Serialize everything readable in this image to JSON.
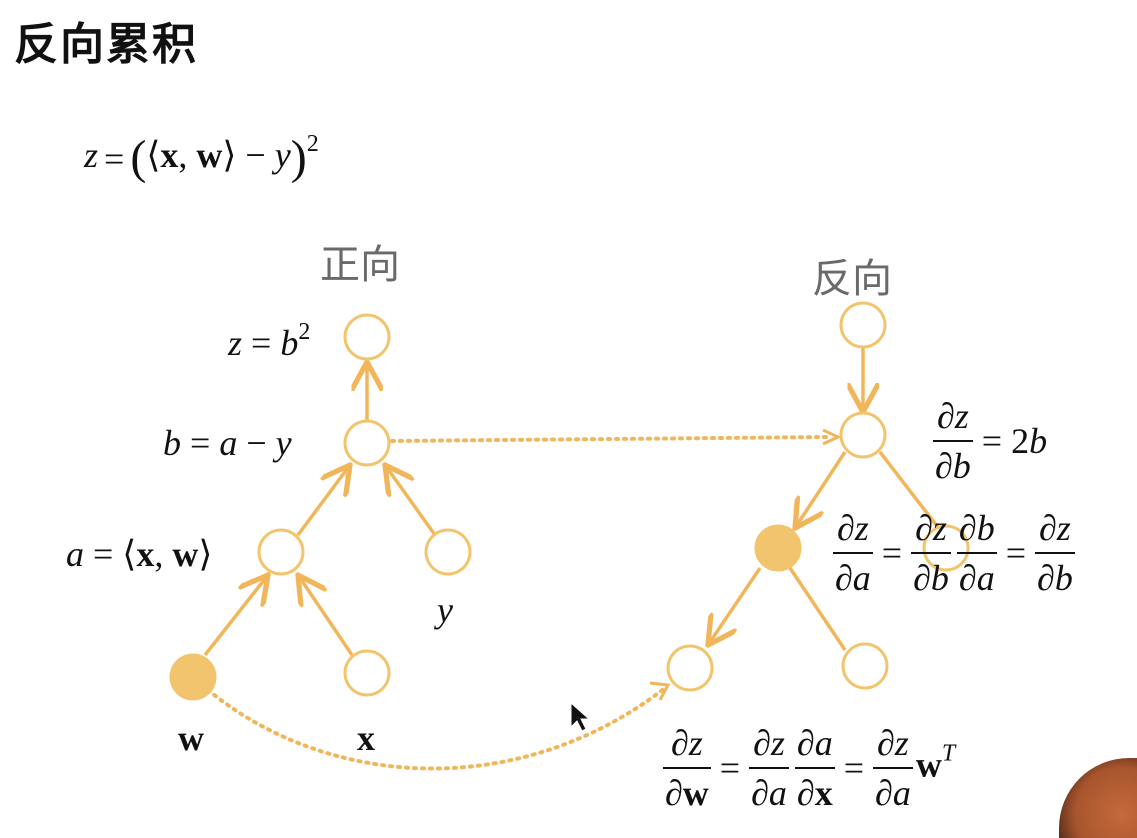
{
  "title": "反向累积",
  "main_formula": "z = ((⟨x, w⟩ − y)²",
  "forward": {
    "heading": "正向",
    "label_z": "z = b²",
    "label_b": "b = a − y",
    "label_a": "a = ⟨x, w⟩",
    "label_y": "y",
    "label_w": "w",
    "label_x": "x"
  },
  "backward": {
    "heading": "反向",
    "eq_b": "∂z/∂b = 2b",
    "eq_a": "∂z/∂a = ∂z/∂b ∂b/∂a = ∂z/∂b",
    "eq_w": "∂z/∂w = ∂z/∂a ∂a/∂x = ∂z/∂a wᵀ"
  },
  "colors": {
    "node_stroke": "#f2c46d",
    "node_fill_active": "#f2c46d",
    "edge": "#f2b65a",
    "dotted": "#f2b65a",
    "heading": "#6a6a6a"
  }
}
